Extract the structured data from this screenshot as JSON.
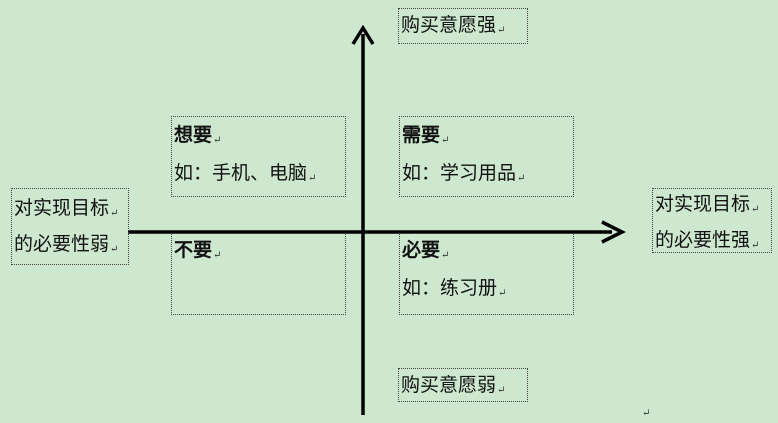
{
  "axis": {
    "top_label": "购买意愿强",
    "bottom_label": "购买意愿弱",
    "left_label_line1": "对实现目标",
    "left_label_line2": "的必要性弱",
    "right_label_line1": "对实现目标",
    "right_label_line2": "的必要性强"
  },
  "quadrants": {
    "top_left": {
      "title": "想要",
      "example": "如：手机、电脑"
    },
    "top_right": {
      "title": "需要",
      "example": "如：学习用品"
    },
    "bottom_left": {
      "title": "不要"
    },
    "bottom_right": {
      "title": "必要",
      "example": "如：练习册"
    }
  },
  "paragraph_mark": "↵",
  "colors": {
    "background": "#cde8cf",
    "axis": "#000000"
  }
}
